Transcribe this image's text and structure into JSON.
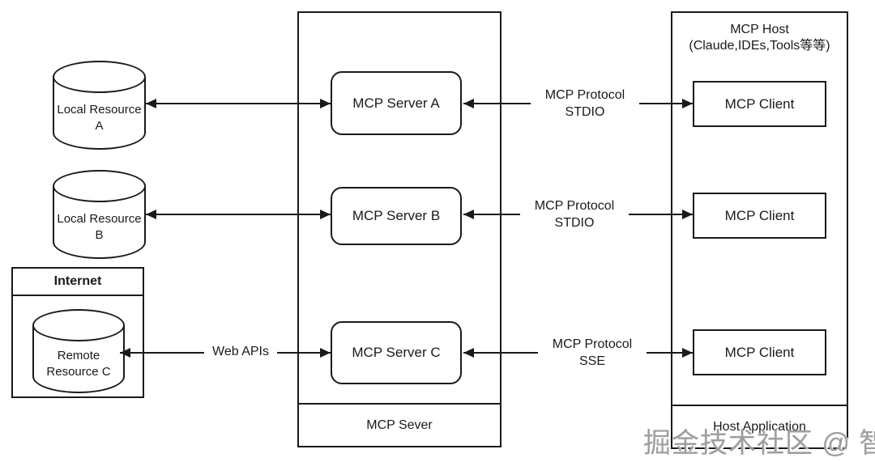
{
  "resources": {
    "local_a": "Local Resource A",
    "local_b": "Local Resource B",
    "internet_title": "Internet",
    "remote_c": "Remote Resource C"
  },
  "mcp_server_box": {
    "server_a": "MCP Server A",
    "server_b": "MCP Server B",
    "server_c": "MCP Server C",
    "footer_label": "MCP Sever"
  },
  "mcp_host_box": {
    "title_line1": "MCP Host",
    "title_line2": "(Claude,IDEs,Tools等等)",
    "clients": [
      "MCP Client",
      "MCP Client",
      "MCP Client"
    ],
    "footer_label": "Host Application"
  },
  "connectors": {
    "web_apis_label": "Web APIs",
    "row1_label": "MCP Protocol STDIO",
    "row2_label": "MCP Protocol STDIO",
    "row3_label": "MCP Protocol SSE"
  },
  "watermark_text": "掘金技术社区 @ 智泊AI",
  "colors": {
    "line": "#1a1a1a",
    "background": "#ffffff",
    "watermark": "#9e9e9e"
  }
}
